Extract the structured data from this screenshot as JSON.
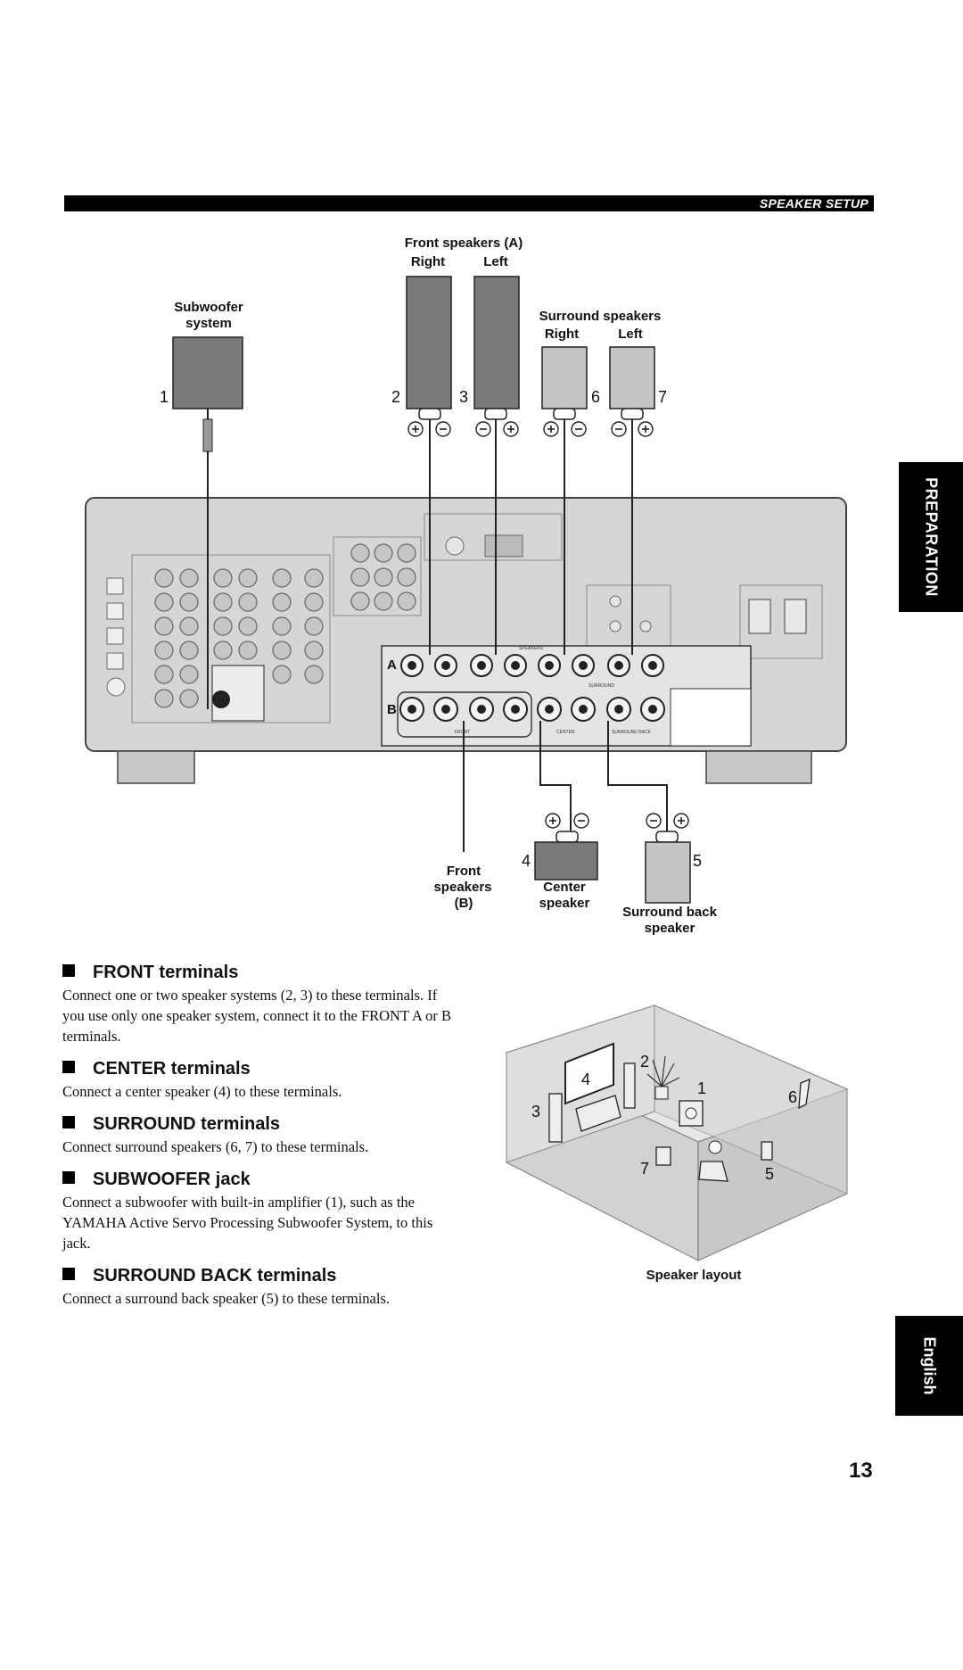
{
  "header": {
    "title": "SPEAKER SETUP"
  },
  "side_tabs": {
    "preparation": "PREPARATION",
    "language": "English"
  },
  "page_number": "13",
  "diagram": {
    "front_a_title": "Front speakers (A)",
    "front_right": "Right",
    "front_left": "Left",
    "subwoofer_line1": "Subwoofer",
    "subwoofer_line2": "system",
    "surround_title": "Surround speakers",
    "surround_right": "Right",
    "surround_left": "Left",
    "num1": "1",
    "num2": "2",
    "num3": "3",
    "num4": "4",
    "num5": "5",
    "num6": "6",
    "num7": "7",
    "front_b_line1": "Front",
    "front_b_line2": "speakers",
    "front_b_line3": "(B)",
    "center_line1": "Center",
    "center_line2": "speaker",
    "surround_back_line1": "Surround back",
    "surround_back_line2": "speaker",
    "row_a": "A",
    "row_b": "B",
    "panel_speakers": "SPEAKERS",
    "panel_surround": "SURROUND",
    "panel_front": "FRONT",
    "panel_center": "CENTER",
    "panel_surround_back": "SURROUND BACK"
  },
  "sections": [
    {
      "title": "FRONT terminals",
      "body": "Connect one or two speaker systems (2, 3) to these terminals. If you use only one speaker system, connect it to the FRONT A or B terminals."
    },
    {
      "title": "CENTER terminals",
      "body": "Connect a center speaker (4) to these terminals."
    },
    {
      "title": "SURROUND terminals",
      "body": "Connect surround speakers (6, 7) to these terminals."
    },
    {
      "title": "SUBWOOFER jack",
      "body": "Connect a subwoofer with built-in amplifier (1), such as the YAMAHA Active Servo Processing Subwoofer System, to this jack."
    },
    {
      "title": "SURROUND BACK terminals",
      "body": "Connect a surround back speaker (5) to these terminals."
    }
  ],
  "layout_figure": {
    "caption": "Speaker layout",
    "n1": "1",
    "n2": "2",
    "n3": "3",
    "n4": "4",
    "n5": "5",
    "n6": "6",
    "n7": "7"
  },
  "colors": {
    "speaker_dark": "#7a7a7a",
    "speaker_light": "#c4c4c4",
    "panel": "#d6d6d6",
    "room": "#d9d9d9"
  }
}
